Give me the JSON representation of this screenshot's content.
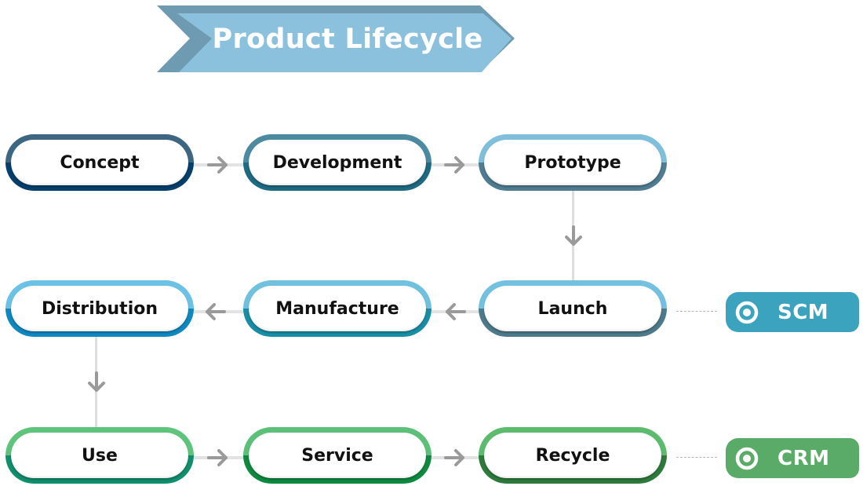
{
  "title": "Product Lifecycle",
  "colors": {
    "banner_light": "#8cc1de",
    "banner_dark": "#6e9bb2",
    "arrow": "#9a9a9a",
    "scm": "#3ba3bd",
    "crm": "#5aab67"
  },
  "stages": [
    {
      "id": "concept",
      "label": "Concept",
      "top_color": "#3d6682",
      "bottom_color": "#063f6c"
    },
    {
      "id": "development",
      "label": "Development",
      "top_color": "#4b8aa0",
      "bottom_color": "#1e6a82"
    },
    {
      "id": "prototype",
      "label": "Prototype",
      "top_color": "#7fbfdc",
      "bottom_color": "#4f7c91"
    },
    {
      "id": "launch",
      "label": "Launch",
      "top_color": "#74c0e0",
      "bottom_color": "#4d7a8a"
    },
    {
      "id": "manufacture",
      "label": "Manufacture",
      "top_color": "#70c0e0",
      "bottom_color": "#188ea6"
    },
    {
      "id": "distribution",
      "label": "Distribution",
      "top_color": "#6cc2e6",
      "bottom_color": "#0f88c0"
    },
    {
      "id": "use",
      "label": "Use",
      "top_color": "#5ec47c",
      "bottom_color": "#108f6c"
    },
    {
      "id": "service",
      "label": "Service",
      "top_color": "#5cc079",
      "bottom_color": "#0e8a40"
    },
    {
      "id": "recycle",
      "label": "Recycle",
      "top_color": "#5dbb6e",
      "bottom_color": "#2e7a3c"
    }
  ],
  "flow": [
    [
      "concept",
      "development"
    ],
    [
      "development",
      "prototype"
    ],
    [
      "prototype",
      "launch"
    ],
    [
      "launch",
      "manufacture"
    ],
    [
      "manufacture",
      "distribution"
    ],
    [
      "distribution",
      "use"
    ],
    [
      "use",
      "service"
    ],
    [
      "service",
      "recycle"
    ]
  ],
  "tags": [
    {
      "id": "scm",
      "label": "SCM",
      "icon": "target-icon",
      "linked_stage": "launch"
    },
    {
      "id": "crm",
      "label": "CRM",
      "icon": "target-icon",
      "linked_stage": "recycle"
    }
  ]
}
